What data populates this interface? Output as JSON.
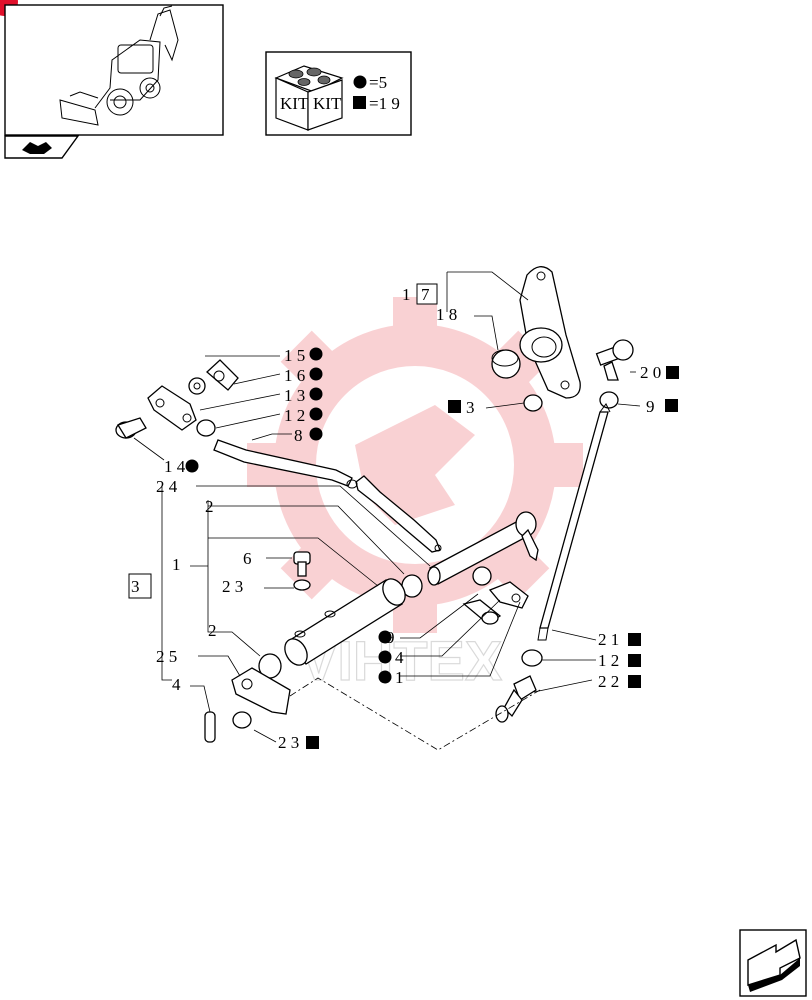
{
  "kit_box": {
    "kit_label_1": "KIT",
    "kit_label_2": "KIT",
    "legend": [
      {
        "symbol": "●",
        "text": "=5"
      },
      {
        "symbol": "■",
        "text": "=1 9"
      }
    ]
  },
  "watermark": {
    "text": "VIHTEX",
    "color": "#e8323c"
  },
  "colors": {
    "line": "#000000",
    "watermark": "#e8323c",
    "corner_badge": "#e0102b"
  },
  "icons": [
    "tractor-thumbnail",
    "kit-box-icon",
    "next-page-arrow-icon",
    "nav-arrow-icon"
  ],
  "callouts": [
    {
      "id": "c17",
      "text": "1 7",
      "boxed": true
    },
    {
      "id": "c18",
      "text": "1 8",
      "mark": ""
    },
    {
      "id": "c15",
      "text": "1 5",
      "mark": "●"
    },
    {
      "id": "c16",
      "text": "1 6",
      "mark": "●"
    },
    {
      "id": "c13",
      "text": "1 3",
      "mark": "●"
    },
    {
      "id": "c12a",
      "text": "1 2",
      "mark": "●"
    },
    {
      "id": "c8",
      "text": "8",
      "mark": "●"
    },
    {
      "id": "c14",
      "text": "1 4",
      "mark": "●"
    },
    {
      "id": "c20",
      "text": "2 0",
      "mark": "■"
    },
    {
      "id": "c3",
      "text": "3",
      "mark": "■"
    },
    {
      "id": "c9",
      "text": "9",
      "mark": "■"
    },
    {
      "id": "c24",
      "text": "2 4",
      "mark": ""
    },
    {
      "id": "c2a",
      "text": "2",
      "mark": ""
    },
    {
      "id": "c1",
      "text": "1",
      "mark": ""
    },
    {
      "id": "c3box",
      "text": "3",
      "boxed": true
    },
    {
      "id": "c6",
      "text": "6",
      "mark": ""
    },
    {
      "id": "c23a",
      "text": "2 3",
      "mark": ""
    },
    {
      "id": "c2b",
      "text": "2",
      "mark": ""
    },
    {
      "id": "c25",
      "text": "2 5",
      "mark": ""
    },
    {
      "id": "c4a",
      "text": "4",
      "mark": ""
    },
    {
      "id": "c19",
      "text": "9",
      "mark": "●"
    },
    {
      "id": "c4b",
      "text": "4",
      "mark": "●"
    },
    {
      "id": "c1b",
      "text": "1",
      "mark": "●"
    },
    {
      "id": "c21",
      "text": "2 1",
      "mark": "■"
    },
    {
      "id": "c12b",
      "text": "1 2",
      "mark": "■"
    },
    {
      "id": "c22",
      "text": "2 2",
      "mark": "■"
    },
    {
      "id": "c23b",
      "text": "2 3",
      "mark": "■"
    }
  ]
}
